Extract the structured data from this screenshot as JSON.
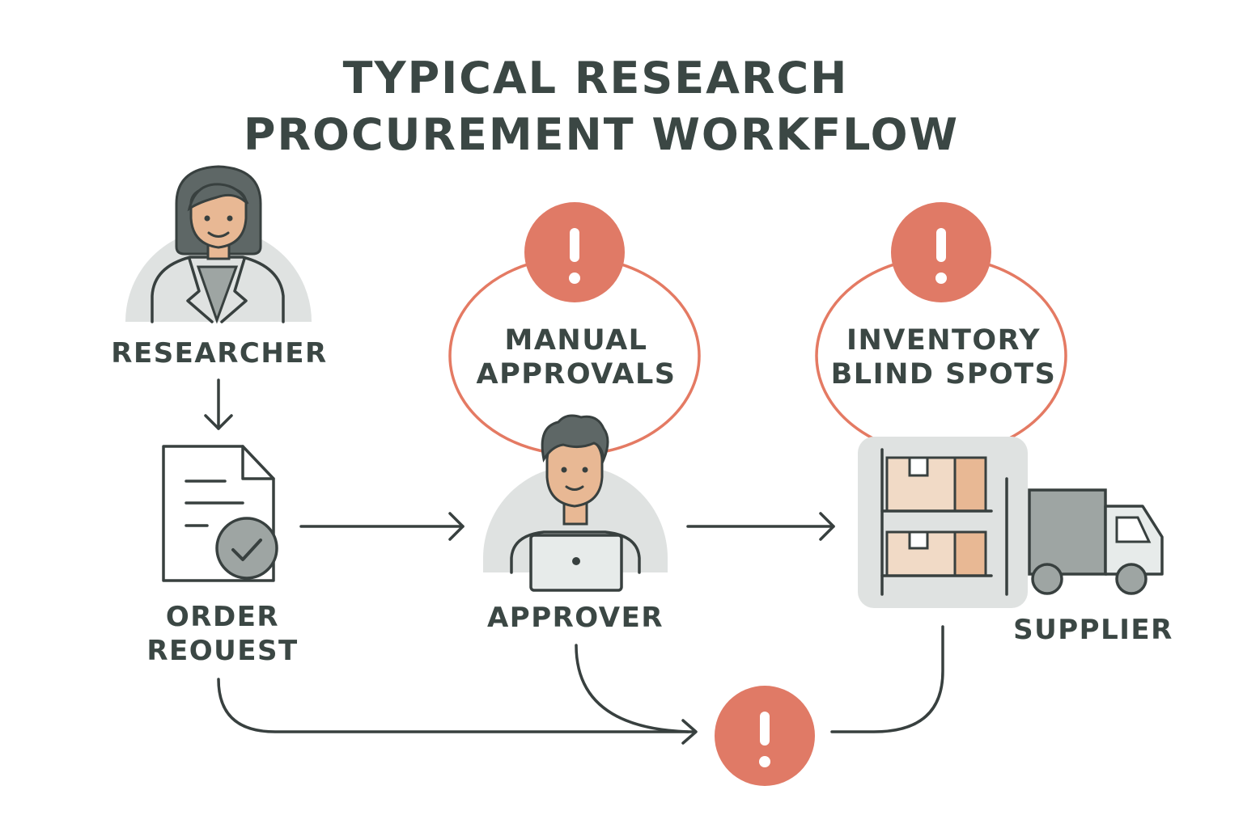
{
  "title": {
    "line1": "TYPICAL RESEARCH",
    "line2": "PROCUREMENT WORKFLOW"
  },
  "nodes": {
    "researcher": {
      "label": "RESEARCHER",
      "icon": "researcher-icon"
    },
    "order_request": {
      "label_line1": "ORDER",
      "label_line2": "REOUEST",
      "icon": "document-check-icon"
    },
    "approver": {
      "label": "APPROVER",
      "icon": "approver-laptop-icon"
    },
    "inventory": {
      "icon": "warehouse-shelf-icon"
    },
    "supplier": {
      "label": "SUPPLIER",
      "icon": "delivery-truck-icon"
    }
  },
  "pain_points": {
    "manual_approvals": {
      "line1": "MANUAL",
      "line2": "APPROVALS",
      "icon": "exclamation-icon"
    },
    "inventory_blind_spots": {
      "line1": "INVENTORY",
      "line2": "BLIND SPOTS",
      "icon": "exclamation-icon"
    },
    "bottleneck": {
      "icon": "exclamation-icon"
    }
  },
  "colors": {
    "text": "#3b4744",
    "stroke": "#38403f",
    "alert": "#e07a66",
    "alert_outline": "#e47a63",
    "bubble_bg": "#dfe2e1",
    "skin": "#e8b894",
    "box": "#f1dac6"
  }
}
